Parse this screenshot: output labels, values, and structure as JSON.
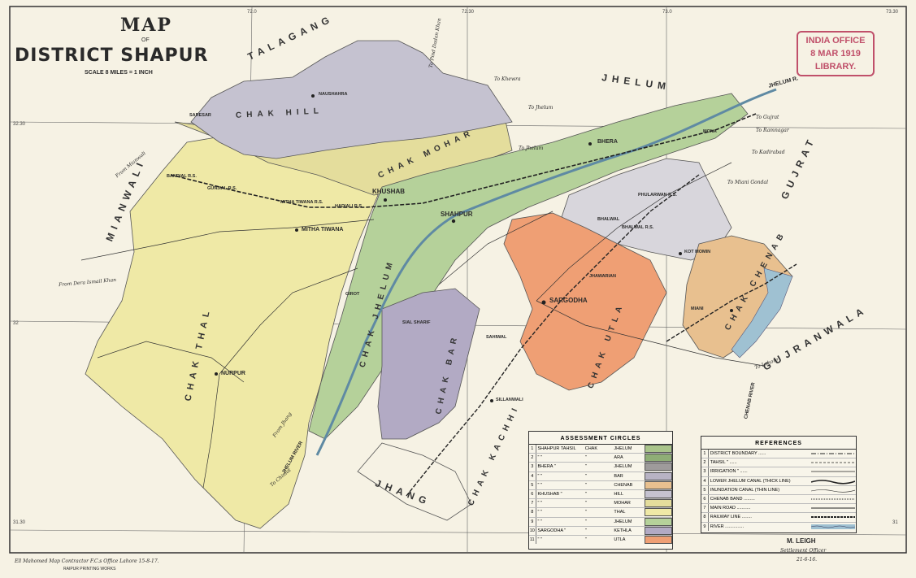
{
  "title": {
    "line1": "MAP",
    "of": "OF",
    "line2": "DISTRICT SHAPUR",
    "scale": "SCALE 8 MILES = 1 INCH"
  },
  "stamp": {
    "line1": "INDIA OFFICE",
    "line2": "8 MAR 1919",
    "line3": "LIBRARY."
  },
  "regions": {
    "talagang": "TALAGANG",
    "mianwali": "MIANWALI",
    "jhelum": "JHELUM",
    "gujrat": "GUJRAT",
    "gujranwala": "GUJRANWALA",
    "jhang": "JHANG",
    "chak_hill": "CHAK HILL",
    "chak_mohar": "CHAK MOHAR",
    "chak_thal": "CHAK THAL",
    "chak_jhelum": "CHAK JHELUM",
    "chak_bar": "CHAK BAR",
    "chak_utla": "CHAK UTLA",
    "chak_chenab": "CHAK CHENAB",
    "chak_kachhi": "CHAK KACHHI"
  },
  "towns": {
    "shahpur": "SHAHPUR",
    "sargodha": "SARGODHA",
    "khushab": "KHUSHAB",
    "bhera": "BHERA",
    "nurpur": "NURPUR",
    "mitha_tiwana": "MITHA TIWANA",
    "mitha_tiwana_rs": "MITHA TIWANA R.S.",
    "hadiali": "HADIALI R.S.",
    "gunjial": "GUNJIAL R.S.",
    "bandial": "BANDIAL R.S.",
    "naushahra": "NAUSHAHRA",
    "saresar": "SARESAR",
    "girot": "GIROT",
    "phularwan": "PHULARWAN R.S.",
    "bhalwal": "BHALWAL",
    "shalwal": "BHALWAL R.S.",
    "kot_momin": "KOT MOMIN",
    "sillanwali": "SILLANWALI",
    "sahiwal": "SAHIWAL",
    "miani": "MIANI",
    "mona": "MONA",
    "jhawarian": "JHAWARIAN",
    "sial": "SIAL SHARIF",
    "chenab_river": "CHENAB RIVER",
    "jhelum_river": "JHELUM RIVER",
    "jhelum_r": "JHELUM R."
  },
  "directions": {
    "to_mianwali": "From Mianwali",
    "to_jhelum": "To Jhelum",
    "to_jhelum2": "To Jhelum",
    "to_gujrat": "To Gujrat",
    "to_ramnagar": "To Ramnagar",
    "to_kadirabad": "To Kadirabad",
    "to_miani_gondal": "To Miani Gondal",
    "from_dera": "From Dera Ismail Khan",
    "from_jhang": "From Jhang",
    "to_chiniot": "To Chiniot",
    "to_lahore": "To Lahore",
    "to_pind": "To Pind Dadan Khan",
    "to_khewra": "To Khewra"
  },
  "ticks": {
    "lon_72": "72.0",
    "lon_7230": "72.30",
    "lon_73": "73.0",
    "lon_7330": "73.30",
    "lat_32": "32",
    "lat_3230": "32.30",
    "lat_31": "31",
    "lat_3130": "31.30"
  },
  "assessment": {
    "heading": "ASSESSMENT CIRCLES",
    "rows": [
      {
        "n": "1",
        "tahsil": "SHAHPUR TAHSIL",
        "chak": "CHAK",
        "circle": "JHELUM",
        "color": "#a9c48a"
      },
      {
        "n": "2",
        "tahsil": "\"    \"",
        "chak": "\"",
        "circle": "ARA",
        "color": "#8fae76"
      },
      {
        "n": "3",
        "tahsil": "BHERA   \"",
        "chak": "\"",
        "circle": "JHELUM",
        "color": "#9e9b9b"
      },
      {
        "n": "4",
        "tahsil": "\"    \"",
        "chak": "\"",
        "circle": "BAR",
        "color": "#b8b3c4"
      },
      {
        "n": "5",
        "tahsil": "\"    \"",
        "chak": "\"",
        "circle": "CHENAB",
        "color": "#e8c08f"
      },
      {
        "n": "6",
        "tahsil": "KHUSHAB  \"",
        "chak": "\"",
        "circle": "HILL",
        "color": "#c5c2d0"
      },
      {
        "n": "7",
        "tahsil": "\"    \"",
        "chak": "\"",
        "circle": "MOHAR",
        "color": "#e4dd9c"
      },
      {
        "n": "8",
        "tahsil": "\"    \"",
        "chak": "\"",
        "circle": "THAL",
        "color": "#efe9a6"
      },
      {
        "n": "9",
        "tahsil": "\"    \"",
        "chak": "\"",
        "circle": "JHELUM",
        "color": "#b5d19a"
      },
      {
        "n": "10",
        "tahsil": "SARGODHA \"",
        "chak": "\"",
        "circle": "KETHLA",
        "color": "#b2aac4"
      },
      {
        "n": "11",
        "tahsil": "\"    \"",
        "chak": "\"",
        "circle": "UTLA",
        "color": "#ef9f74"
      }
    ]
  },
  "references": {
    "heading": "REFERENCES",
    "rows": [
      {
        "n": "1",
        "label": "DISTRICT BOUNDARY ......"
      },
      {
        "n": "2",
        "label": "TAHSIL         \"  ......"
      },
      {
        "n": "3",
        "label": "IRRIGATION      \" ......"
      },
      {
        "n": "4",
        "label": "LOWER JHELUM CANAL (THICK LINE)"
      },
      {
        "n": "5",
        "label": "INUNDATION CANAL (THIN LINE)"
      },
      {
        "n": "6",
        "label": "CHENAB BAND ........."
      },
      {
        "n": "7",
        "label": "MAIN ROAD ..........."
      },
      {
        "n": "8",
        "label": "RAILWAY LINE ........"
      },
      {
        "n": "9",
        "label": "RIVER ..............."
      }
    ]
  },
  "signoff": {
    "name": "M. LEIGH",
    "role": "Settlement Officer",
    "date": "21-6-16."
  },
  "footer": {
    "line1": "Ell Mahomed  Map Contractor  F.C.s Office  Lahore 15-8-17.",
    "line2": "RAIPUR PRINTING WORKS"
  },
  "colors": {
    "paper": "#f6f2e4",
    "thal": "#efe9a6",
    "mohar": "#e4dd9c",
    "hill": "#c5c2d0",
    "jhelum_green": "#b5d19a",
    "bar_purple": "#b2aac4",
    "utla_orange": "#ef9f74",
    "chenab_orange": "#e8c08f",
    "river_blue": "#9fc1d2"
  }
}
